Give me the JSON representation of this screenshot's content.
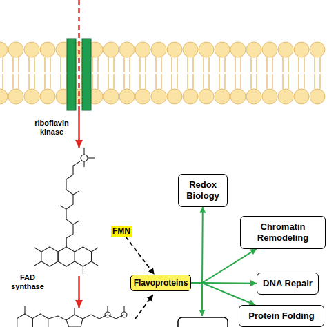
{
  "diagram": {
    "nodes": [
      {
        "text": [
          "Redox Biology"
        ]
      },
      {
        "text": [
          "Chromatin Remodeling"
        ]
      },
      {
        "text": [
          "FMN"
        ]
      },
      {
        "text": [
          "Flavoproteins"
        ]
      },
      {
        "text": [
          "DNA Repair"
        ]
      },
      {
        "text": [
          "Protein Folding"
        ]
      }
    ],
    "edges": [
      {
        "from": 2,
        "to": 3,
        "arrow": "to"
      },
      {
        "from": 3,
        "to": 0,
        "arrow": "to"
      },
      {
        "from": 3,
        "to": 1,
        "arrow": "to"
      },
      {
        "from": 3,
        "to": 4,
        "arrow": "to"
      },
      {
        "from": 3,
        "to": 5,
        "arrow": "to"
      }
    ],
    "labels": [
      "riboflavin kinase",
      "FAD synthase"
    ]
  }
}
